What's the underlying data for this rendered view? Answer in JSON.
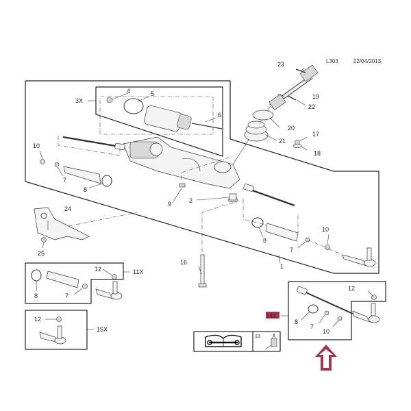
{
  "header": {
    "code": "L303",
    "date": "22/04/2013"
  },
  "colors": {
    "arrow": "#a0354e",
    "highlight_badge": "#a0354e",
    "line": "#222222"
  },
  "callouts": {
    "p1": "1",
    "p2": "2",
    "p3x": "3X",
    "p4": "4",
    "p5": "5",
    "p6": "6",
    "p7a": "7",
    "p7b": "7",
    "p7c": "7",
    "p7d": "7",
    "p8a": "8",
    "p8b": "8",
    "p8c": "8",
    "p8d": "8",
    "p9": "9",
    "p10a": "10",
    "p10b": "10",
    "p10c": "10",
    "p11x": "11X",
    "p12a": "12",
    "p12b": "12",
    "p12c": "12",
    "p13": "13",
    "p14x": "14X",
    "p15x": "15X",
    "p16": "16",
    "p17": "17",
    "p18": "18",
    "p19": "19",
    "p20": "20",
    "p21": "21",
    "p22": "22",
    "p23": "23",
    "p24": "24",
    "p25": "25"
  },
  "icons": {
    "manual": "wrench-book-icon",
    "lubricant": "grease-bottle-icon",
    "arrow": "up-arrow-icon"
  }
}
